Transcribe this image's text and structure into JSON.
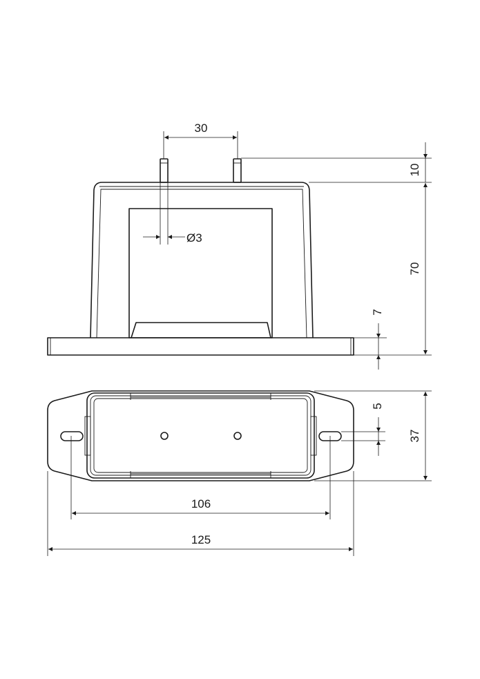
{
  "dimensions": {
    "pin_spacing": "30",
    "pin_height": "10",
    "pin_diameter": "Ø3",
    "body_height": "70",
    "flange_thickness": "7",
    "slot_width": "5",
    "base_width": "37",
    "hole_spacing": "106",
    "overall_length": "125"
  }
}
